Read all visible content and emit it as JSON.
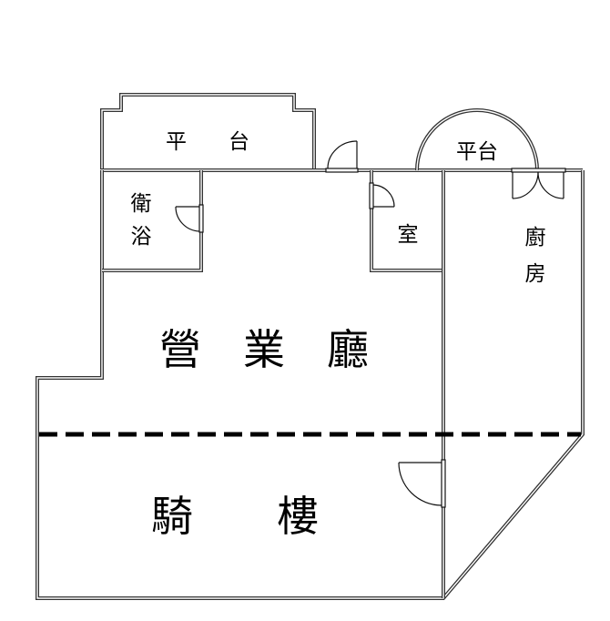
{
  "floor_plan": {
    "rooms": [
      {
        "id": "balcony_top",
        "label": "平　　台"
      },
      {
        "id": "balcony_round",
        "label": "平台"
      },
      {
        "id": "bathroom",
        "label_line1": "衛",
        "label_line2": "浴"
      },
      {
        "id": "room",
        "label": "室"
      },
      {
        "id": "kitchen",
        "label_line1": "廚",
        "label_line2": "房"
      },
      {
        "id": "business_hall",
        "label": "營　業　廳"
      },
      {
        "id": "arcade",
        "label": "騎　　樓"
      }
    ],
    "colors": {
      "wall": "#333333",
      "background": "#ffffff",
      "text": "#000000",
      "dashed_line": "#000000"
    }
  }
}
